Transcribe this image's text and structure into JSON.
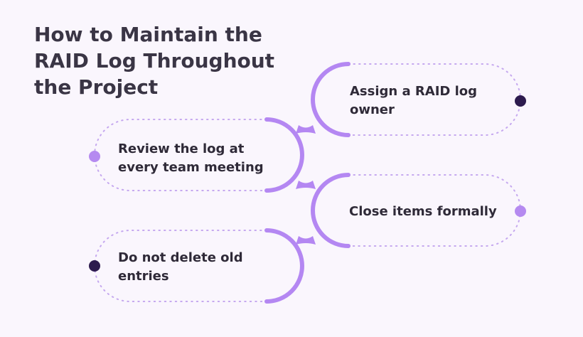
{
  "title_lines": [
    "How to Maintain the",
    "RAID Log Throughout",
    "the Project"
  ],
  "steps": [
    {
      "lines": [
        "Assign a RAID log",
        "owner"
      ]
    },
    {
      "lines": [
        "Review the log at",
        "every team meeting"
      ]
    },
    {
      "lines": [
        "Close items formally"
      ]
    },
    {
      "lines": [
        "Do not delete old",
        "entries"
      ]
    }
  ],
  "colors": {
    "background": "#faf6fd",
    "connector": "#b487f2",
    "dot_dark": "#2d1b4e",
    "dot_light": "#b58af0",
    "dotted_line": "#c5a8ef",
    "title": "#3a3545",
    "text": "#2f2a38"
  }
}
